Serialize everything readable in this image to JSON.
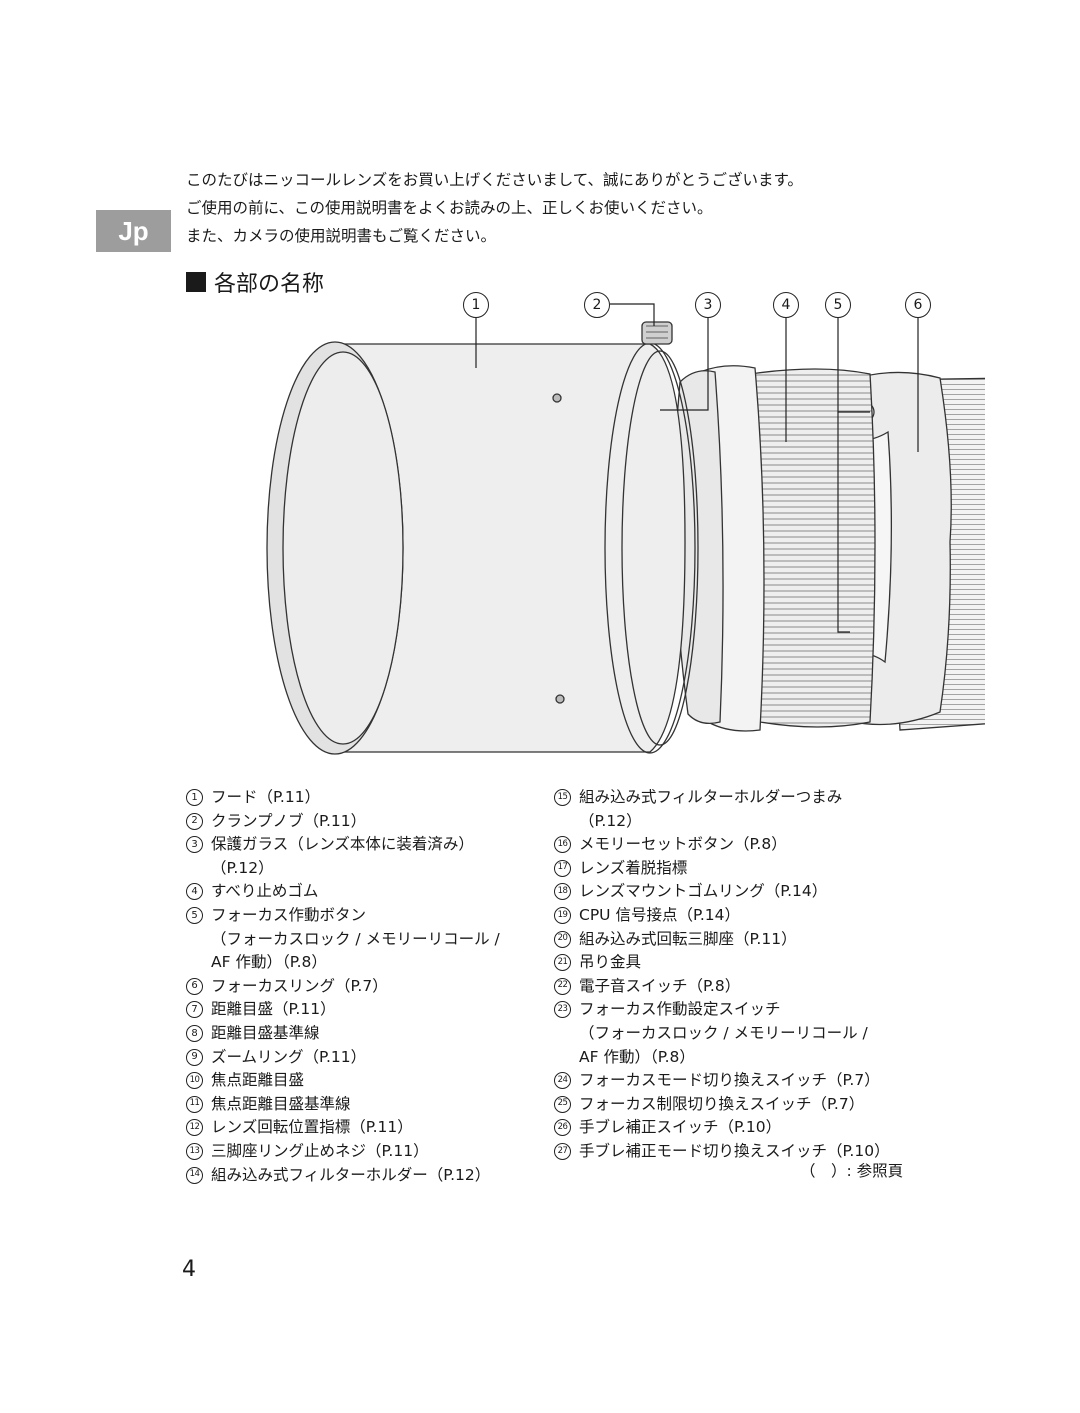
{
  "language_tab": "Jp",
  "intro": [
    "このたびはニッコールレンズをお買い上げくださいまして、誠にありがとうございます。",
    "ご使用の前に、この使用説明書をよくお読みの上、正しくお使いください。",
    "また、カメラの使用説明書もご覧ください。"
  ],
  "section_title": "各部の名称",
  "callouts": [
    "1",
    "2",
    "3",
    "4",
    "5",
    "6"
  ],
  "legend_left": [
    {
      "n": "1",
      "lines": [
        "フード（P.11）"
      ]
    },
    {
      "n": "2",
      "lines": [
        "クランプノブ（P.11）"
      ]
    },
    {
      "n": "3",
      "lines": [
        "保護ガラス（レンズ本体に装着済み）",
        "（P.12）"
      ]
    },
    {
      "n": "4",
      "lines": [
        "すべり止めゴム"
      ]
    },
    {
      "n": "5",
      "lines": [
        "フォーカス作動ボタン",
        "（フォーカスロック / メモリーリコール /",
        "AF 作動）（P.8）"
      ]
    },
    {
      "n": "6",
      "lines": [
        "フォーカスリング（P.7）"
      ]
    },
    {
      "n": "7",
      "lines": [
        "距離目盛（P.11）"
      ]
    },
    {
      "n": "8",
      "lines": [
        "距離目盛基準線"
      ]
    },
    {
      "n": "9",
      "lines": [
        "ズームリング（P.11）"
      ]
    },
    {
      "n": "10",
      "lines": [
        "焦点距離目盛"
      ]
    },
    {
      "n": "11",
      "lines": [
        "焦点距離目盛基準線"
      ]
    },
    {
      "n": "12",
      "lines": [
        "レンズ回転位置指標（P.11）"
      ]
    },
    {
      "n": "13",
      "lines": [
        "三脚座リング止めネジ（P.11）"
      ]
    },
    {
      "n": "14",
      "lines": [
        "組み込み式フィルターホルダー（P.12）"
      ]
    }
  ],
  "legend_right": [
    {
      "n": "15",
      "lines": [
        "組み込み式フィルターホルダーつまみ",
        "（P.12）"
      ]
    },
    {
      "n": "16",
      "lines": [
        "メモリーセットボタン（P.8）"
      ]
    },
    {
      "n": "17",
      "lines": [
        "レンズ着脱指標"
      ]
    },
    {
      "n": "18",
      "lines": [
        "レンズマウントゴムリング（P.14）"
      ]
    },
    {
      "n": "19",
      "lines": [
        "CPU 信号接点（P.14）"
      ]
    },
    {
      "n": "20",
      "lines": [
        "組み込み式回転三脚座（P.11）"
      ]
    },
    {
      "n": "21",
      "lines": [
        "吊り金具"
      ]
    },
    {
      "n": "22",
      "lines": [
        "電子音スイッチ（P.8）"
      ]
    },
    {
      "n": "23",
      "lines": [
        "フォーカス作動設定スイッチ",
        "（フォーカスロック / メモリーリコール /",
        "AF 作動）（P.8）"
      ]
    },
    {
      "n": "24",
      "lines": [
        "フォーカスモード切り換えスイッチ（P.7）"
      ]
    },
    {
      "n": "25",
      "lines": [
        "フォーカス制限切り換えスイッチ（P.7）"
      ]
    },
    {
      "n": "26",
      "lines": [
        "手ブレ補正スイッチ（P.10）"
      ]
    },
    {
      "n": "27",
      "lines": [
        "手ブレ補正モード切り換えスイッチ（P.10）"
      ]
    }
  ],
  "reference_note": "（　）: 参照頁",
  "page_number": "4"
}
